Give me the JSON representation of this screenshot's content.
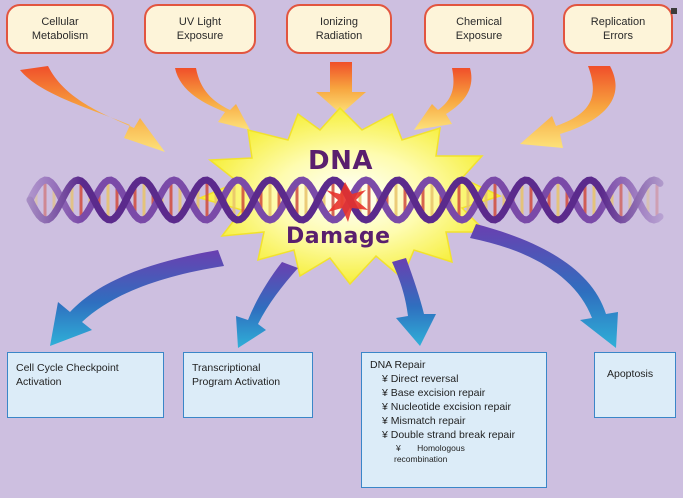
{
  "causes": [
    {
      "id": "cellular-metabolism",
      "label": "Cellular\nMetabolism"
    },
    {
      "id": "uv-light",
      "label": "UV Light\nExposure"
    },
    {
      "id": "ionizing-radiation",
      "label": "Ionizing\nRadiation"
    },
    {
      "id": "chemical-exposure",
      "label": "Chemical\nExposure"
    },
    {
      "id": "replication-errors",
      "label": "Replication\nErrors"
    }
  ],
  "center": {
    "line1": "DNA",
    "line2": "Damage"
  },
  "outcomes": {
    "checkpoint": "Cell Cycle Checkpoint\nActivation",
    "transcription": "Transcriptional\nProgram Activation",
    "repair": {
      "title": "DNA Repair",
      "items": [
        "¥ Direct reversal",
        "¥ Base excision repair",
        "¥ Nucleotide excision repair",
        "¥ Mismatch repair",
        "¥ Double strand break repair"
      ],
      "sub_marker": "¥",
      "sub_line1": "Homologous",
      "sub_line2": "recombination"
    },
    "apoptosis": "Apoptosis"
  },
  "colors": {
    "background": "#cdbfe0",
    "cause_border": "#e2553f",
    "cause_fill": "#fdf4d9",
    "arrow_orange": "#f4a04a",
    "burst_yellow": "#fdf86a",
    "helix_purple": "#5b2a8c",
    "outcome_arrow_blue": "#2f6fbf",
    "outcome_fill": "#dcecf8",
    "text_purple": "#5a1f6e"
  }
}
